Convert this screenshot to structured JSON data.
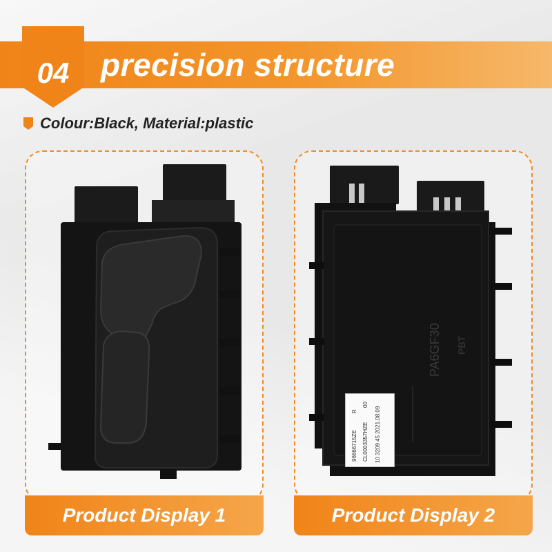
{
  "header": {
    "number": "04",
    "title": "precision structure",
    "accent_color": "#f08418"
  },
  "spec": {
    "text": "Colour:Black,  Material:plastic"
  },
  "panels": [
    {
      "caption": "Product Display 1"
    },
    {
      "caption": "Product Display 2"
    }
  ],
  "product_label": {
    "line1": "96666715ZE",
    "line1_suffix": "R",
    "line2": "CL0003357HZE",
    "line2_suffix": "00",
    "line3": "10 3209 45  2021.08.09",
    "mold_text": "PA6GF30",
    "mold_text2": "PBT"
  }
}
